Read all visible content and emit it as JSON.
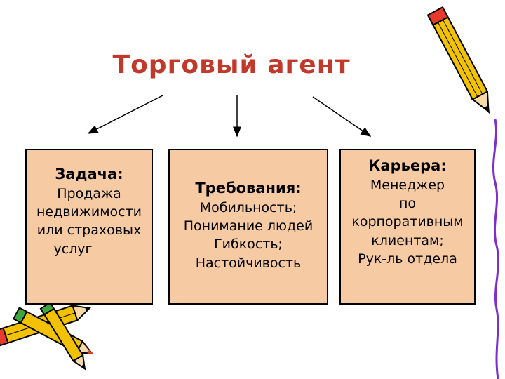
{
  "title": "Торговый агент",
  "boxes": {
    "task": {
      "heading": "Задача:",
      "lines": [
        "Продажа",
        "недвижимости",
        "или страховых",
        "услуг"
      ]
    },
    "requirements": {
      "heading": "Требования:",
      "lines": [
        "Мобильность;",
        "Понимание людей",
        "Гибкость;",
        "Настойчивость"
      ]
    },
    "career": {
      "heading": "Карьера:",
      "lines": [
        "Менеджер",
        "по",
        "корпоративным",
        "клиентам;",
        "Рук-ль отдела"
      ]
    }
  },
  "colors": {
    "title": "#c0392b",
    "box_fill": "#f6cba4",
    "box_border": "#000000",
    "pencil_body": "#f2c200",
    "pencil_tip_red": "#e63a2e",
    "pencil_cap_green": "#3ea83e",
    "wavy_line": "#7b2fd0"
  },
  "icons": [
    "pencil-icon",
    "pencil-icon",
    "pencil-icon",
    "pencil-icon"
  ]
}
